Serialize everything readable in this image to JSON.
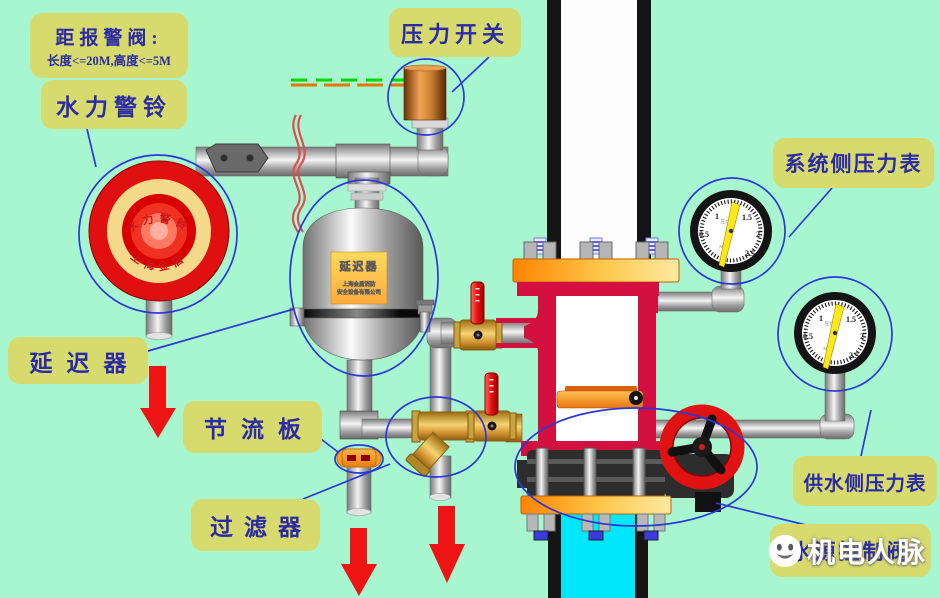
{
  "colors": {
    "background": "#a7f6d0",
    "label_background": "#d7db6d",
    "label_text": "#2b2ba5",
    "valve_red": "#d31040",
    "arrow_red": "#ef1414",
    "highlight_blue": "#2b39d6",
    "supply_pipe_cyan": "#00e6fa",
    "flange_orange": "#ff8c00",
    "bell_red": "#e01010",
    "wire_green": "#00d800",
    "wire_orange": "#e07800"
  },
  "annotations": {
    "distance_note_title": "距报警阀:",
    "distance_note_detail": "长度<=20M,高度<=5M",
    "water_motor_gong": "水力警铃",
    "pressure_switch": "压力开关",
    "system_side_gauge": "系统侧压力表",
    "retarder": "延迟器",
    "throttle_plate": "节流板",
    "filter": "过滤器",
    "supply_side_gauge": "供水侧压力表",
    "water_source_control_valve": "水源控制阀"
  },
  "bell_face": {
    "top_arc": "水力警铃",
    "bottom_arc": "上海金盾"
  },
  "retarder_plate": {
    "title": "延迟器",
    "line1": "上海金盾消防",
    "line2": "安全设备有限公司"
  },
  "gauge": {
    "ticks": [
      "0.5",
      "1",
      "1.5",
      "2",
      "2.5"
    ],
    "caption": "压力",
    "unit": "MPa"
  },
  "watermark": {
    "text": "机电人脉"
  }
}
